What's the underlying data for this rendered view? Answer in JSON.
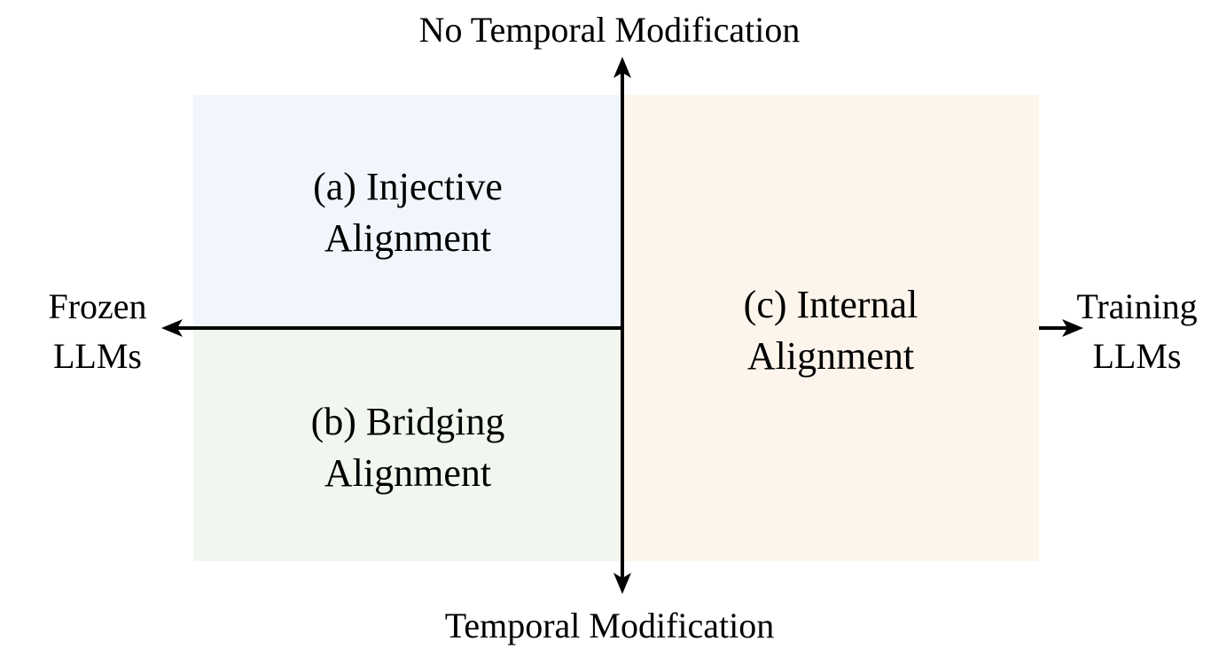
{
  "axes": {
    "top": "No Temporal Modification",
    "bottom": "Temporal Modification",
    "left_line1": "Frozen",
    "left_line2": "LLMs",
    "right_line1": "Training",
    "right_line2": "LLMs"
  },
  "quadrants": {
    "a": {
      "line1": "(a) Injective",
      "line2": "Alignment",
      "color": "#f1f6fd"
    },
    "b": {
      "line1": "(b) Bridging",
      "line2": "Alignment",
      "color": "#f1f6ef"
    },
    "c": {
      "line1": "(c) Internal",
      "line2": "Alignment",
      "color": "#fdf5ec"
    }
  }
}
